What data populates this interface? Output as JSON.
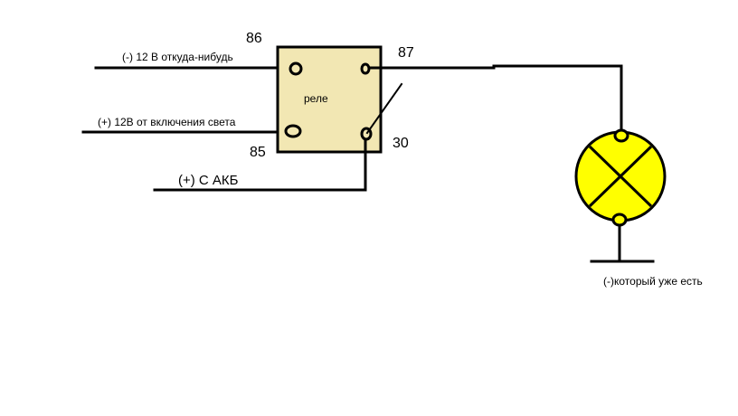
{
  "relay": {
    "label": "реле",
    "fill": "#f2e7b3",
    "pins": {
      "p86": "86",
      "p85": "85",
      "p87": "87",
      "p30": "30"
    }
  },
  "wires": {
    "negative_label": "(-) 12 В откуда-нибудь",
    "positive_light_label": "(+) 12В от включения света",
    "battery_label": "(+) С АКБ",
    "ground_label": "(-)который уже есть"
  },
  "lamp": {
    "fill": "#ffff00"
  }
}
